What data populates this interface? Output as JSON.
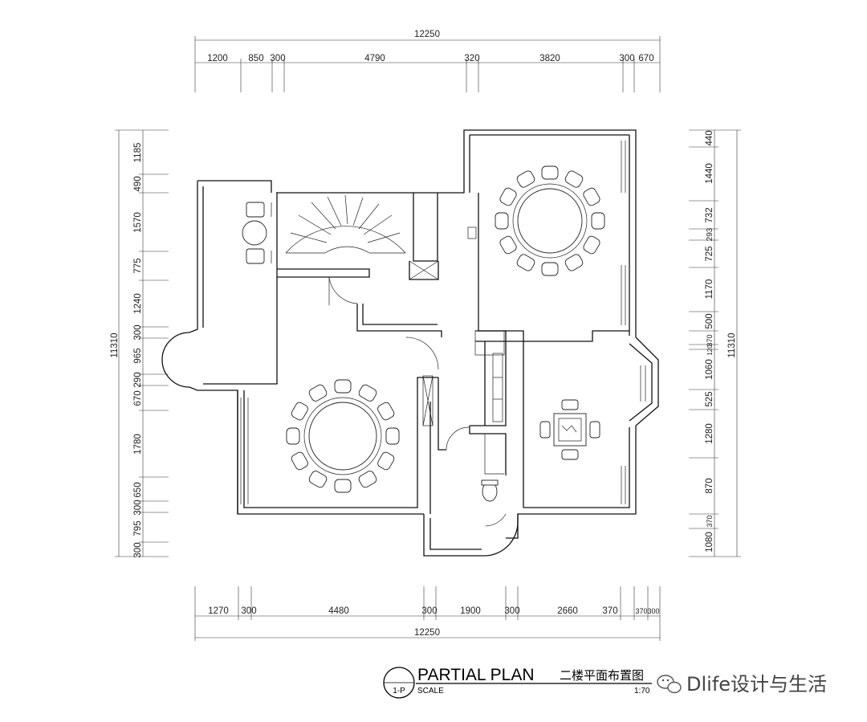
{
  "dimensions": {
    "top_total": "12250",
    "top_segments": [
      "1200",
      "850",
      "300",
      "4790",
      "320",
      "3820",
      "300",
      "670"
    ],
    "bottom_total": "12250",
    "bottom_segments": [
      "1270",
      "300",
      "4480",
      "300",
      "1900",
      "300",
      "2660",
      "370",
      "370",
      "300"
    ],
    "left_total": "11310",
    "left_segments": [
      "1185",
      "490",
      "1570",
      "775",
      "1240",
      "300",
      "965",
      "290",
      "670",
      "1780",
      "650",
      "300",
      "795",
      "300"
    ],
    "right_total": "11310",
    "right_segments": [
      "440",
      "1440",
      "732",
      "293",
      "725",
      "1170",
      "500",
      "370",
      "120",
      "1060",
      "525",
      "1280",
      "870",
      "370",
      "1080"
    ]
  },
  "title_block": {
    "main_title": "PARTIAL PLAN",
    "chinese_title": "二楼平面布置图",
    "drawing_number": "1-P",
    "scale_label": "SCALE",
    "scale_value": "1:70"
  },
  "watermark": {
    "text": "Dlife设计与生活",
    "icon": "wechat-icon"
  }
}
